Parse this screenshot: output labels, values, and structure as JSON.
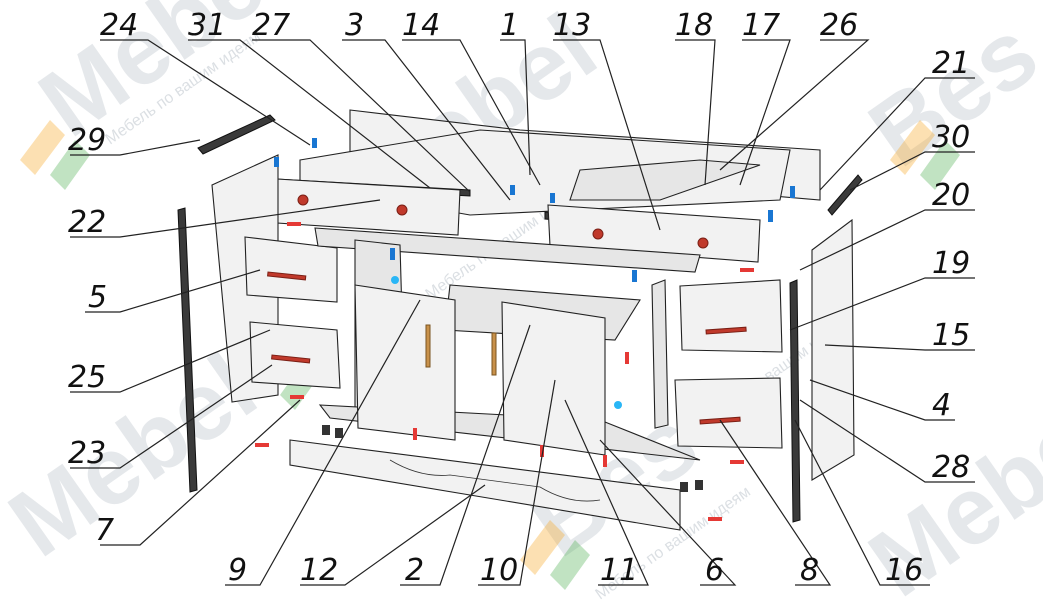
{
  "callouts": [
    {
      "label": "24"
    },
    {
      "label": "31"
    },
    {
      "label": "27"
    },
    {
      "label": "3"
    },
    {
      "label": "14"
    },
    {
      "label": "1"
    },
    {
      "label": "13"
    },
    {
      "label": "18"
    },
    {
      "label": "17"
    },
    {
      "label": "26"
    },
    {
      "label": "21"
    },
    {
      "label": "29"
    },
    {
      "label": "30"
    },
    {
      "label": "22"
    },
    {
      "label": "20"
    },
    {
      "label": "5"
    },
    {
      "label": "19"
    },
    {
      "label": "15"
    },
    {
      "label": "25"
    },
    {
      "label": "4"
    },
    {
      "label": "23"
    },
    {
      "label": "28"
    },
    {
      "label": "7"
    },
    {
      "label": "9"
    },
    {
      "label": "12"
    },
    {
      "label": "2"
    },
    {
      "label": "10"
    },
    {
      "label": "11"
    },
    {
      "label": "6"
    },
    {
      "label": "8"
    },
    {
      "label": "16"
    }
  ],
  "watermark": {
    "brand": "Mebel",
    "brand_alt": "Bes",
    "tagline": "Мебель по вашим идеям"
  },
  "colors": {
    "handle_red": "#c0392b",
    "handle_wood": "#c8914a",
    "fastener_red": "#e53935",
    "fastener_blue": "#1976d2",
    "watermark_orange": "#f5a623",
    "watermark_green": "#4caf50"
  }
}
